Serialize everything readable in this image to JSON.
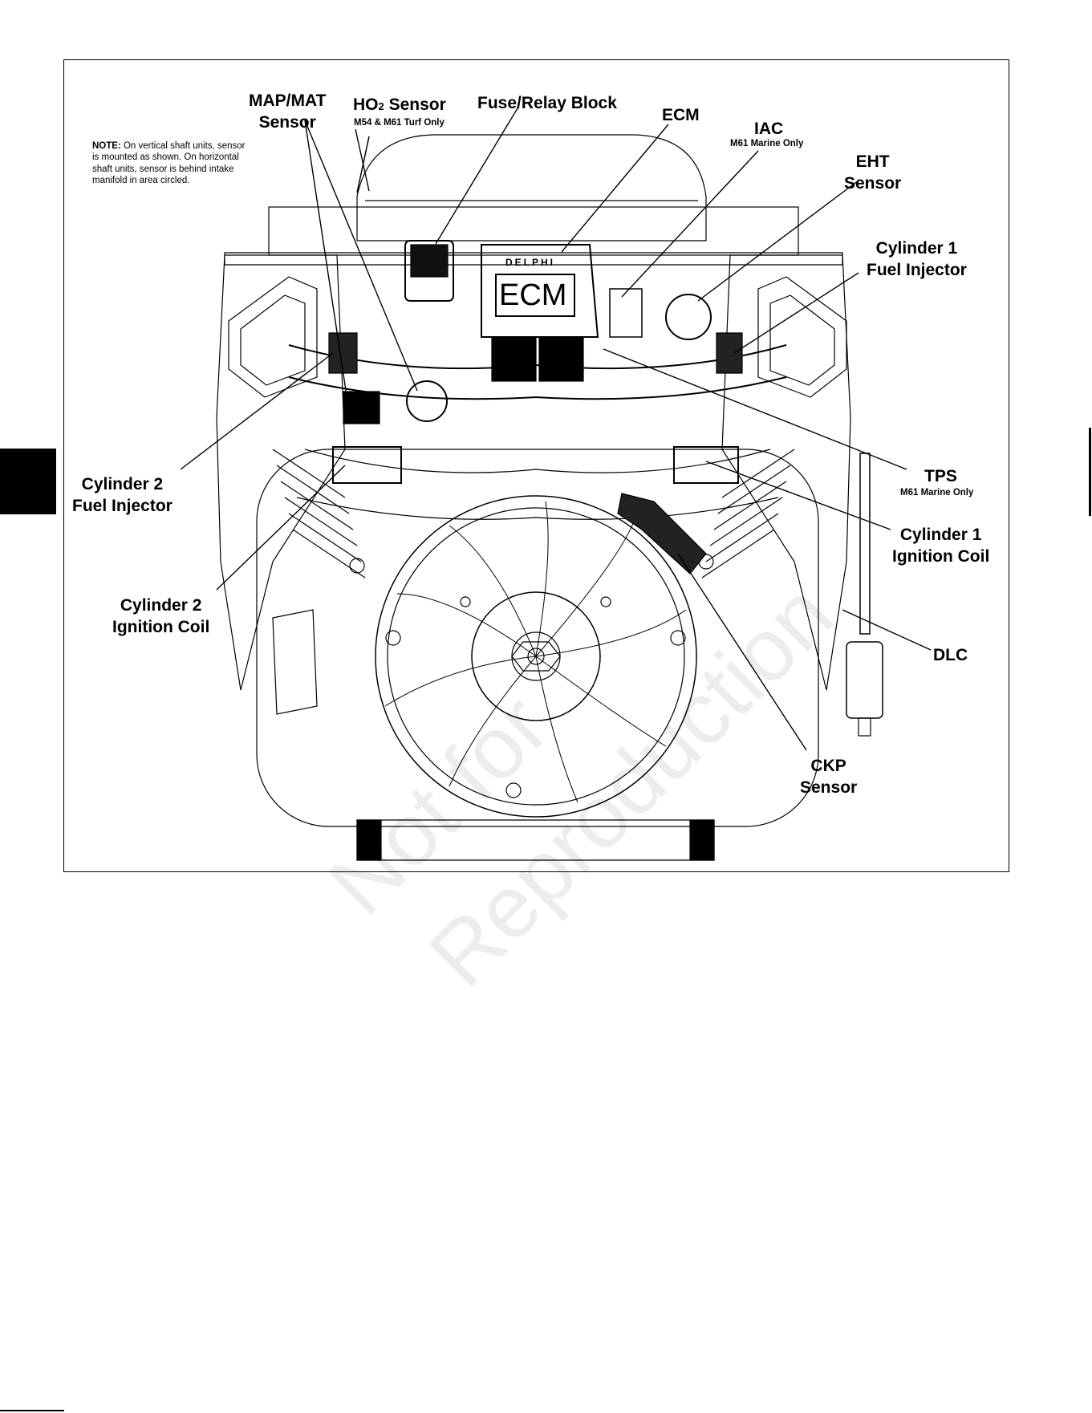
{
  "labels": {
    "map_mat": "MAP/MAT\nSensor",
    "ho2_main": "HO",
    "ho2_sub": "2",
    "ho2_rest": " Sensor",
    "ho2_note": "M54 & M61 Turf Only",
    "fuse_relay": "Fuse/Relay Block",
    "ecm": "ECM",
    "iac": "IAC",
    "iac_note": "M61 Marine Only",
    "eht": "EHT\nSensor",
    "cyl1_injector": "Cylinder 1\nFuel Injector",
    "cyl2_injector": "Cylinder 2\nFuel Injector",
    "tps": "TPS",
    "tps_note": "M61 Marine Only",
    "cyl1_coil": "Cylinder 1\nIgnition Coil",
    "cyl2_coil": "Cylinder 2\nIgnition Coil",
    "dlc": "DLC",
    "ckp": "CKP\nSensor"
  },
  "note": {
    "prefix": "NOTE:",
    "text": " On vertical shaft units, sensor is mounted as shown. On horizontal shaft units, sensor is behind intake manifold in area circled."
  },
  "module": {
    "brand": "DELPHI",
    "ecm_face": "ECM"
  },
  "watermark": {
    "line1": "Not for",
    "line2": "Reproduction"
  }
}
